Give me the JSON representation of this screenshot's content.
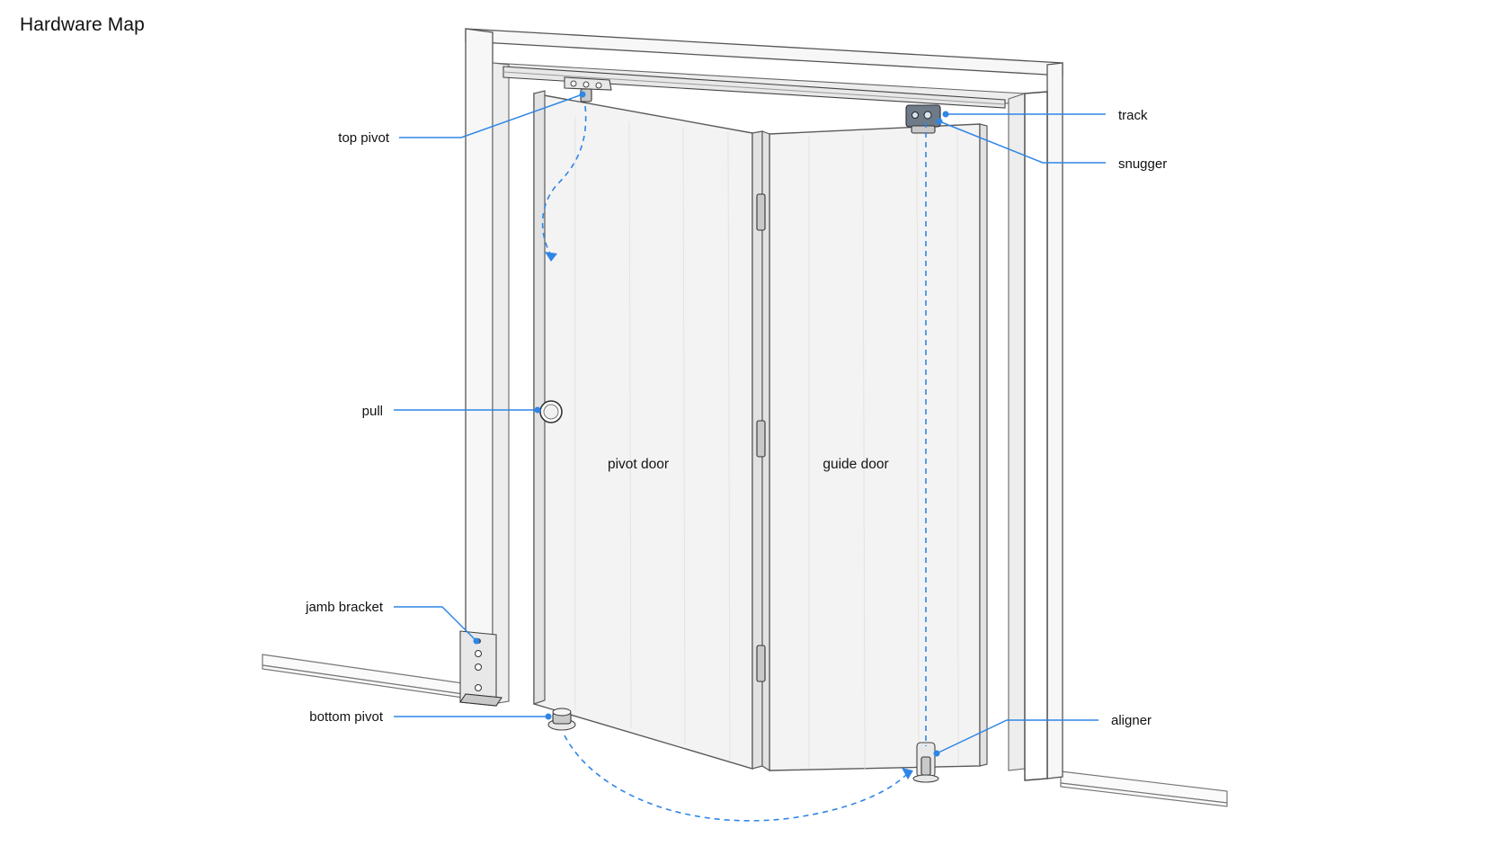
{
  "title": "Hardware Map",
  "labels": {
    "top_pivot": "top pivot",
    "pull": "pull",
    "jamb_bracket": "jamb bracket",
    "bottom_pivot": "bottom pivot",
    "track": "track",
    "snugger": "snugger",
    "aligner": "aligner",
    "pivot_door": "pivot door",
    "guide_door": "guide door"
  },
  "colors": {
    "accent": "#2f86e6",
    "ink": "#111111",
    "door": "#f3f3f3"
  }
}
